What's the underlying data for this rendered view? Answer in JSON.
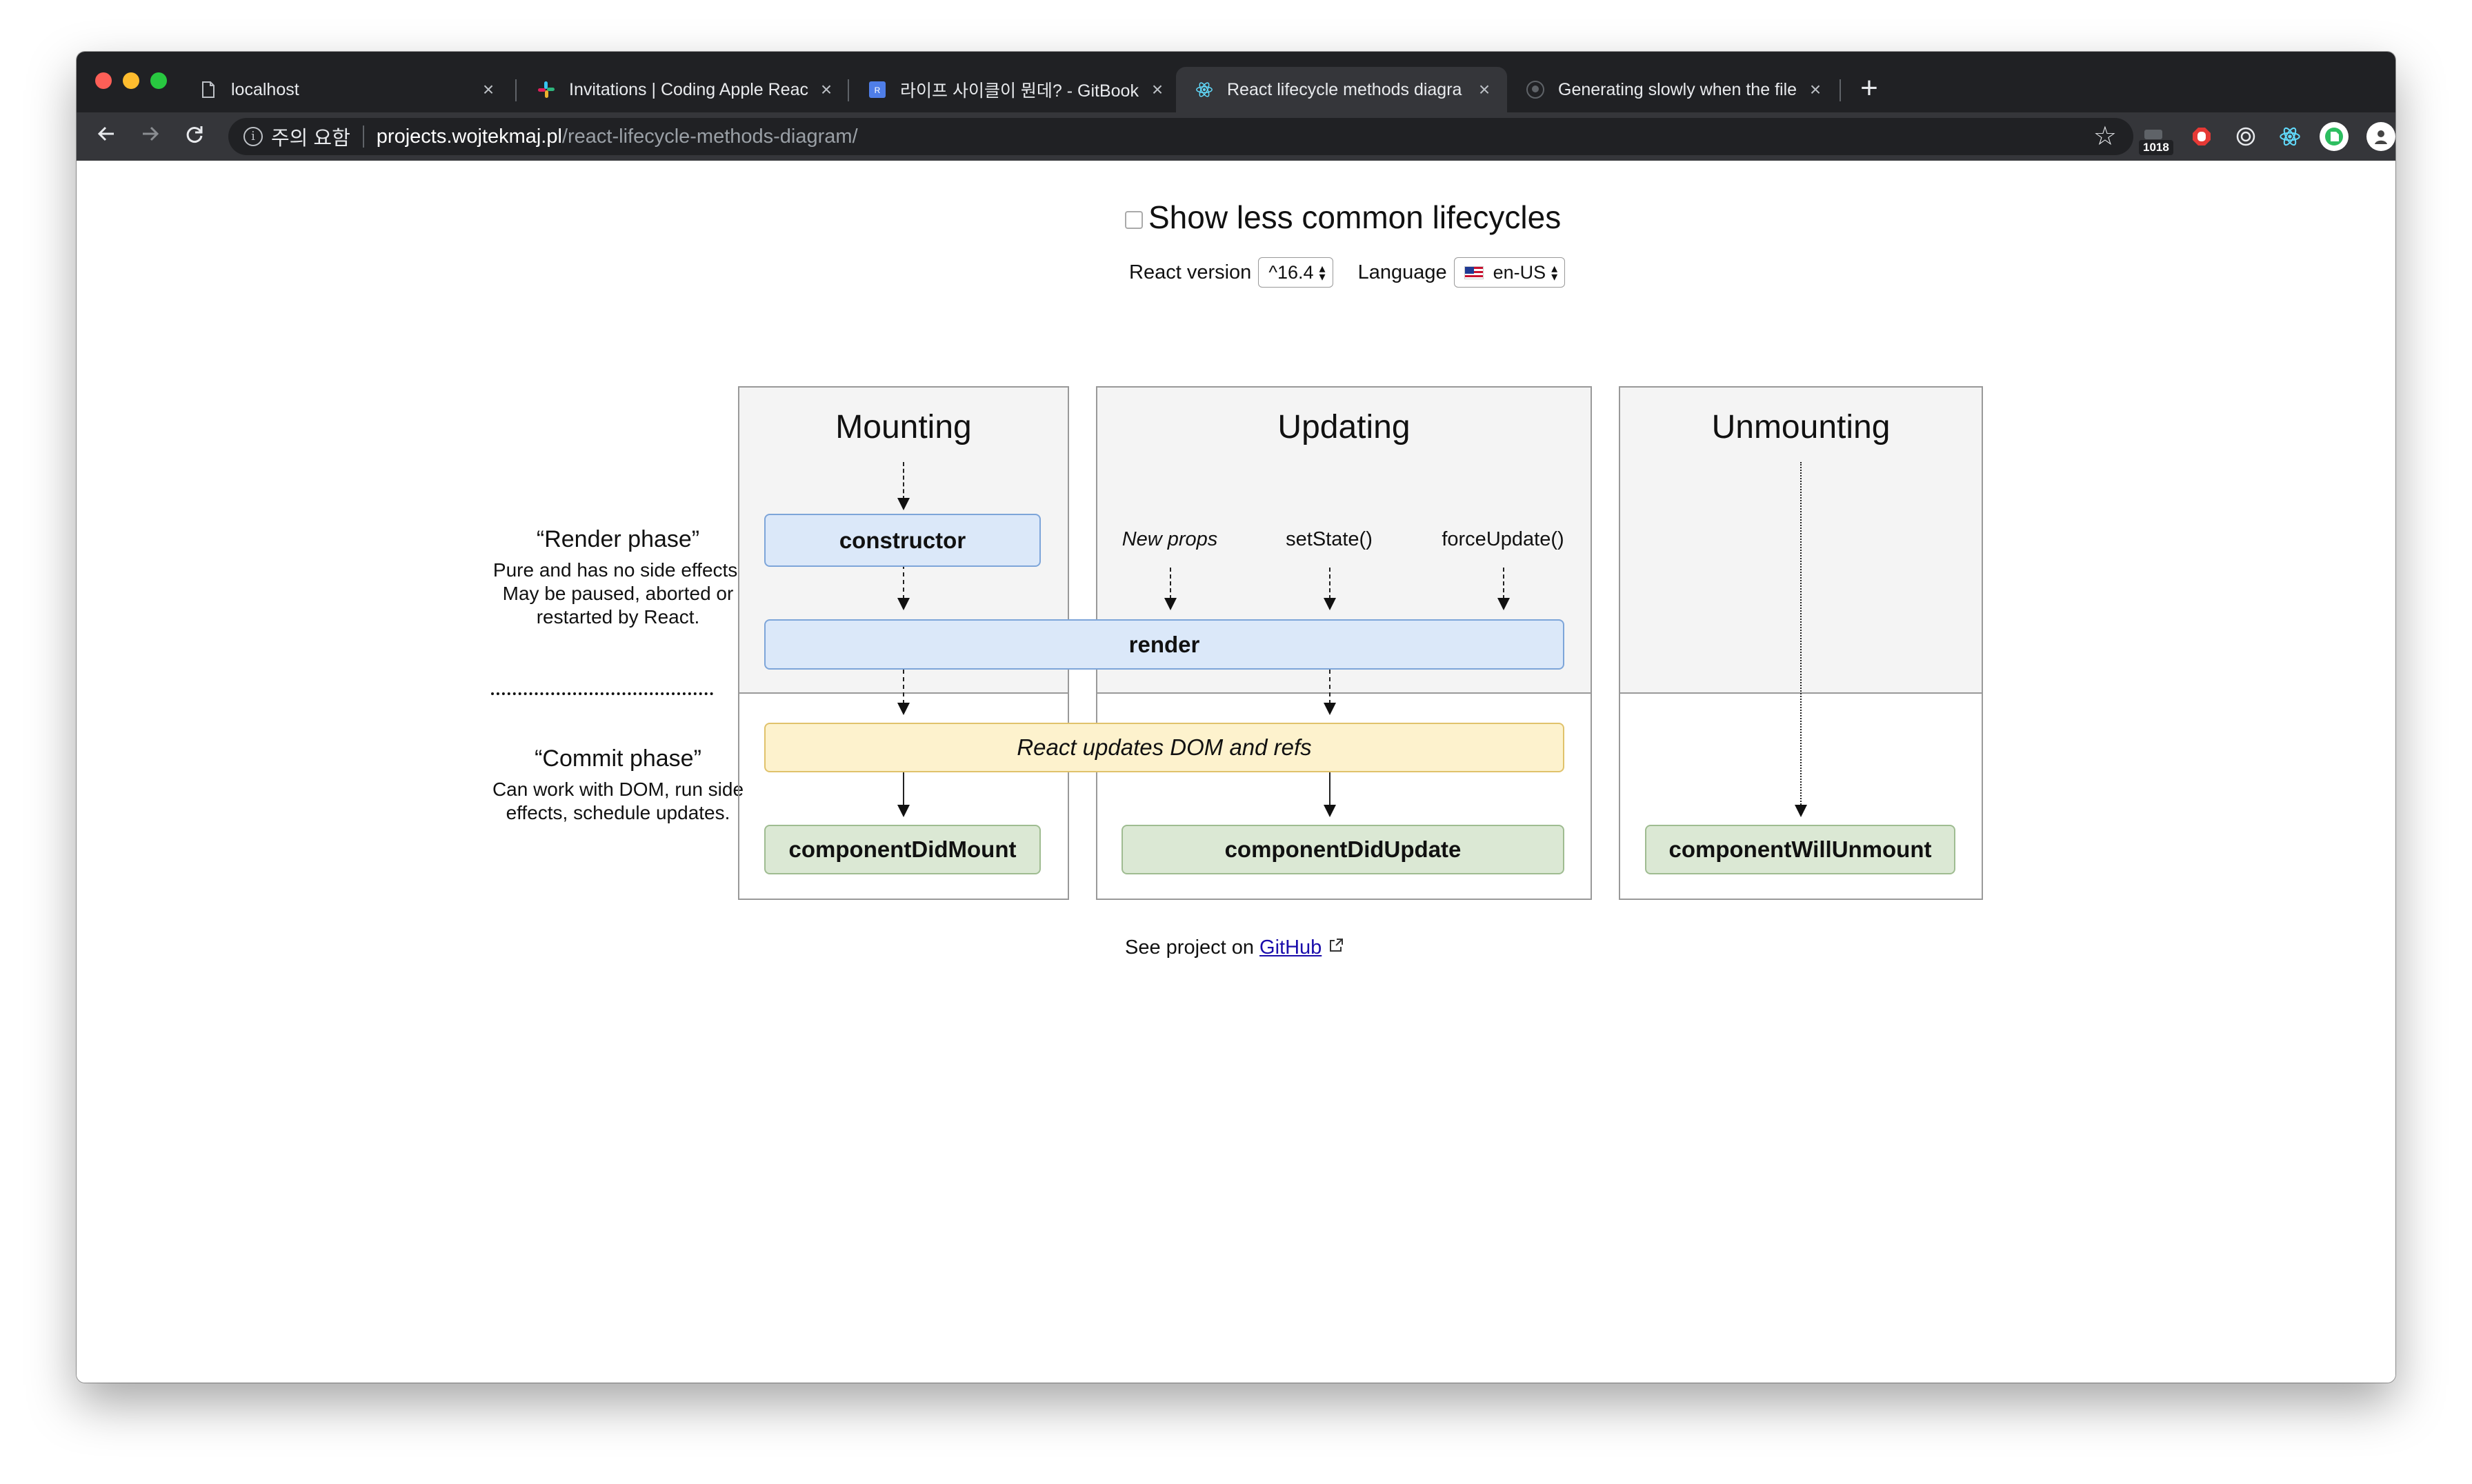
{
  "browser": {
    "tabs": [
      {
        "title": "localhost",
        "favicon": "page-icon",
        "active": false
      },
      {
        "title": "Invitations | Coding Apple Reac",
        "favicon": "slack-icon",
        "active": false
      },
      {
        "title": "라이프 사이클이 뭔데? - GitBook",
        "favicon": "gitbook-icon",
        "active": false
      },
      {
        "title": "React lifecycle methods diagra",
        "favicon": "react-icon",
        "active": true
      },
      {
        "title": "Generating slowly when the file",
        "favicon": "github-icon",
        "active": false
      }
    ],
    "address": {
      "security_label": "주의 요함",
      "host": "projects.wojtekmaj.pl",
      "path": "/react-lifecycle-methods-diagram/"
    },
    "extension_badge": "1018"
  },
  "page": {
    "show_less_label": "Show less common lifecycles",
    "react_version_label": "React version",
    "react_version_value": "^16.4",
    "language_label": "Language",
    "language_value": "en-US",
    "sections": {
      "mounting": "Mounting",
      "updating": "Updating",
      "unmounting": "Unmounting"
    },
    "methods": {
      "constructor": "constructor",
      "render": "render",
      "react_updates": "React updates DOM and refs",
      "did_mount": "componentDidMount",
      "did_update": "componentDidUpdate",
      "will_unmount": "componentWillUnmount"
    },
    "triggers": {
      "new_props": "New props",
      "set_state": "setState()",
      "force_update": "forceUpdate()"
    },
    "render_phase": {
      "title": "“Render phase”",
      "desc": "Pure and has no side effects. May be paused, aborted or restarted by React."
    },
    "commit_phase": {
      "title": "“Commit phase”",
      "desc": "Can work with DOM, run side effects, schedule updates."
    },
    "footer": {
      "prefix": "See project on",
      "link": "GitHub"
    }
  }
}
